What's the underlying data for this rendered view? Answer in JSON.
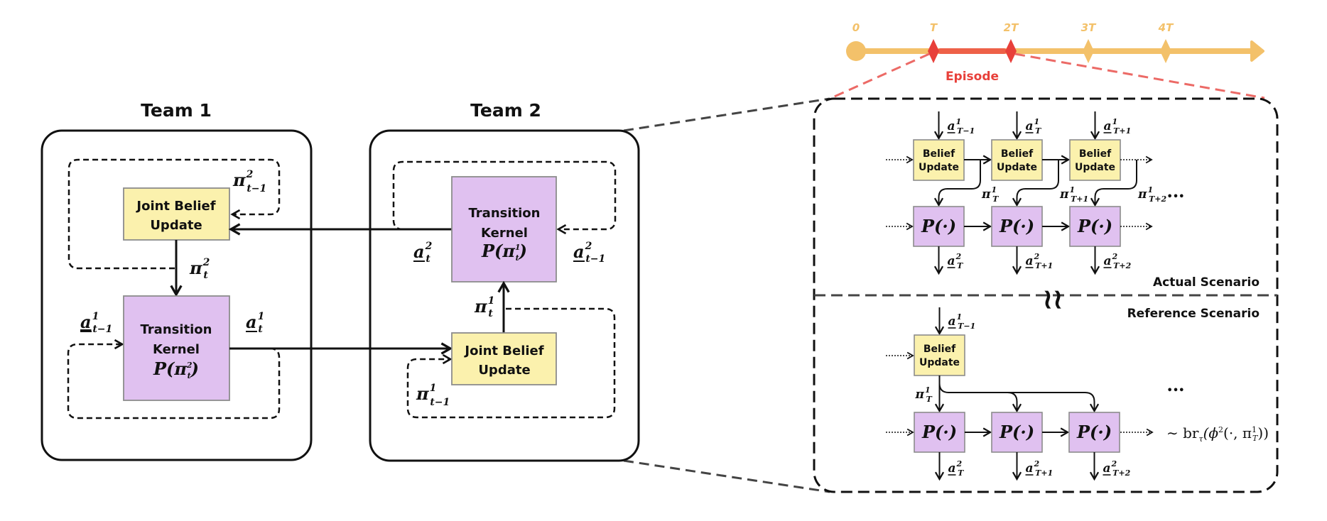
{
  "colors": {
    "belief_fill": "#fbf1ad",
    "kernel_fill": "#e0c1f0",
    "box_stroke": "#8c8c8c",
    "timeline": "#f3c16a",
    "episode": "#e8403a",
    "episode_bar": "#ee6148"
  },
  "team1": {
    "title": "Team 1",
    "belief_box": {
      "line1": "Joint Belief",
      "line2": "Update"
    },
    "kernel_box": {
      "line1": "Transition",
      "line2": "Kernel",
      "formula_main": "P(π",
      "formula_sup": "2",
      "formula_sub": "t",
      "formula_close": ")"
    },
    "loop_top_label": {
      "main": "π",
      "sup": "2",
      "sub": "t−1"
    },
    "belief_out_label": {
      "main": "π",
      "sup": "2",
      "sub": "t"
    },
    "kernel_in_label": {
      "main": "a",
      "sup": "1",
      "sub": "t−1"
    },
    "kernel_out_label": {
      "main": "a",
      "sup": "1",
      "sub": "t"
    }
  },
  "team2": {
    "title": "Team 2",
    "kernel_box": {
      "line1": "Transition",
      "line2": "Kernel",
      "formula_main": "P(π",
      "formula_sup": "1",
      "formula_sub": "t",
      "formula_close": ")"
    },
    "belief_box": {
      "line1": "Joint Belief",
      "line2": "Update"
    },
    "kernel_out_label": {
      "main": "a",
      "sup": "2",
      "sub": "t"
    },
    "kernel_in_label": {
      "main": "a",
      "sup": "2",
      "sub": "t−1"
    },
    "belief_out_label": {
      "main": "π",
      "sup": "1",
      "sub": "t"
    },
    "loop_bottom_label": {
      "main": "π",
      "sup": "1",
      "sub": "t−1"
    }
  },
  "timeline": {
    "ticks": [
      "0",
      "T",
      "2T",
      "3T",
      "4T"
    ],
    "episode_label": "Episode"
  },
  "actual_scenario": {
    "label": "Actual Scenario",
    "belief_label": {
      "line1": "Belief",
      "line2": "Update"
    },
    "kernel_label": "P(·)",
    "inputs": [
      {
        "main": "a",
        "sup": "1",
        "sub": "T−1"
      },
      {
        "main": "a",
        "sup": "1",
        "sub": "T"
      },
      {
        "main": "a",
        "sup": "1",
        "sub": "T+1"
      }
    ],
    "beliefs": [
      {
        "main": "π",
        "sup": "1",
        "sub": "T"
      },
      {
        "main": "π",
        "sup": "1",
        "sub": "T+1"
      },
      {
        "main": "π",
        "sup": "1",
        "sub": "T+2"
      }
    ],
    "outputs": [
      {
        "main": "a",
        "sup": "2",
        "sub": "T"
      },
      {
        "main": "a",
        "sup": "2",
        "sub": "T+1"
      },
      {
        "main": "a",
        "sup": "2",
        "sub": "T+2"
      }
    ],
    "ellipsis": "•••"
  },
  "reference_scenario": {
    "label": "Reference Scenario",
    "belief_label": {
      "line1": "Belief",
      "line2": "Update"
    },
    "kernel_label": "P(·)",
    "input": {
      "main": "a",
      "sup": "1",
      "sub": "T−1"
    },
    "belief": {
      "main": "π",
      "sup": "1",
      "sub": "T"
    },
    "outputs": [
      {
        "main": "a",
        "sup": "2",
        "sub": "T"
      },
      {
        "main": "a",
        "sup": "2",
        "sub": "T+1"
      },
      {
        "main": "a",
        "sup": "2",
        "sub": "T+2"
      }
    ],
    "ellipsis": "•••",
    "best_response": "∼ br",
    "best_response_sub": "τ",
    "best_response_rest": "(ϕ",
    "best_response_sup": "2",
    "best_response_args": "(·, π",
    "best_response_pi_sup": "1",
    "best_response_pi_sub": "T",
    "best_response_close": "))"
  },
  "break_symbol": "≀≀"
}
